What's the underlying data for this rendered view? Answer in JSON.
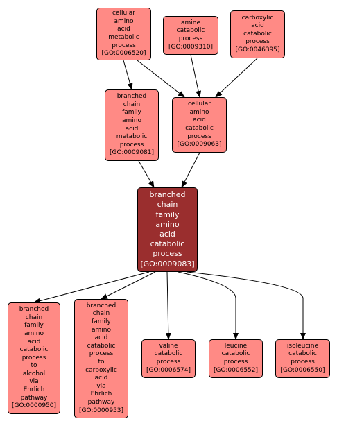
{
  "colors": {
    "node_fill": "#ff8a85",
    "focus_fill": "#9a2e2e",
    "focus_text": "#ffffff",
    "border": "#000000",
    "edge": "#000000"
  },
  "nodes": [
    {
      "id": "n1",
      "text": "cellular\namino\nacid\nmetabolic\nprocess\n[GO:0006520]"
    },
    {
      "id": "n2",
      "text": "amine\ncatabolic\nprocess\n[GO:0009310]"
    },
    {
      "id": "n3",
      "text": "carboxylic\nacid\ncatabolic\nprocess\n[GO:0046395]"
    },
    {
      "id": "n4",
      "text": "branched\nchain\nfamily\namino\nacid\nmetabolic\nprocess\n[GO:0009081]"
    },
    {
      "id": "n5",
      "text": "cellular\namino\nacid\ncatabolic\nprocess\n[GO:0009063]"
    },
    {
      "id": "n6",
      "text": "branched\nchain\nfamily\namino\nacid\ncatabolic\nprocess\n[GO:0009083]"
    },
    {
      "id": "n7",
      "text": "branched\nchain\nfamily\namino\nacid\ncatabolic\nprocess\nto\nalcohol\nvia\nEhrlich\npathway\n[GO:0000950]"
    },
    {
      "id": "n8",
      "text": "branched\nchain\nfamily\namino\nacid\ncatabolic\nprocess\nto\ncarboxylic\nacid\nvia\nEhrlich\npathway\n[GO:0000953]"
    },
    {
      "id": "n9",
      "text": "valine\ncatabolic\nprocess\n[GO:0006574]"
    },
    {
      "id": "n10",
      "text": "leucine\ncatabolic\nprocess\n[GO:0006552]"
    },
    {
      "id": "n11",
      "text": "isoleucine\ncatabolic\nprocess\n[GO:0006550]"
    }
  ],
  "edges": [
    {
      "from": "n1",
      "to": "n4"
    },
    {
      "from": "n1",
      "to": "n5"
    },
    {
      "from": "n2",
      "to": "n5"
    },
    {
      "from": "n3",
      "to": "n5"
    },
    {
      "from": "n4",
      "to": "n6"
    },
    {
      "from": "n5",
      "to": "n6"
    },
    {
      "from": "n6",
      "to": "n7"
    },
    {
      "from": "n6",
      "to": "n8"
    },
    {
      "from": "n6",
      "to": "n9"
    },
    {
      "from": "n6",
      "to": "n10"
    },
    {
      "from": "n6",
      "to": "n11"
    }
  ]
}
